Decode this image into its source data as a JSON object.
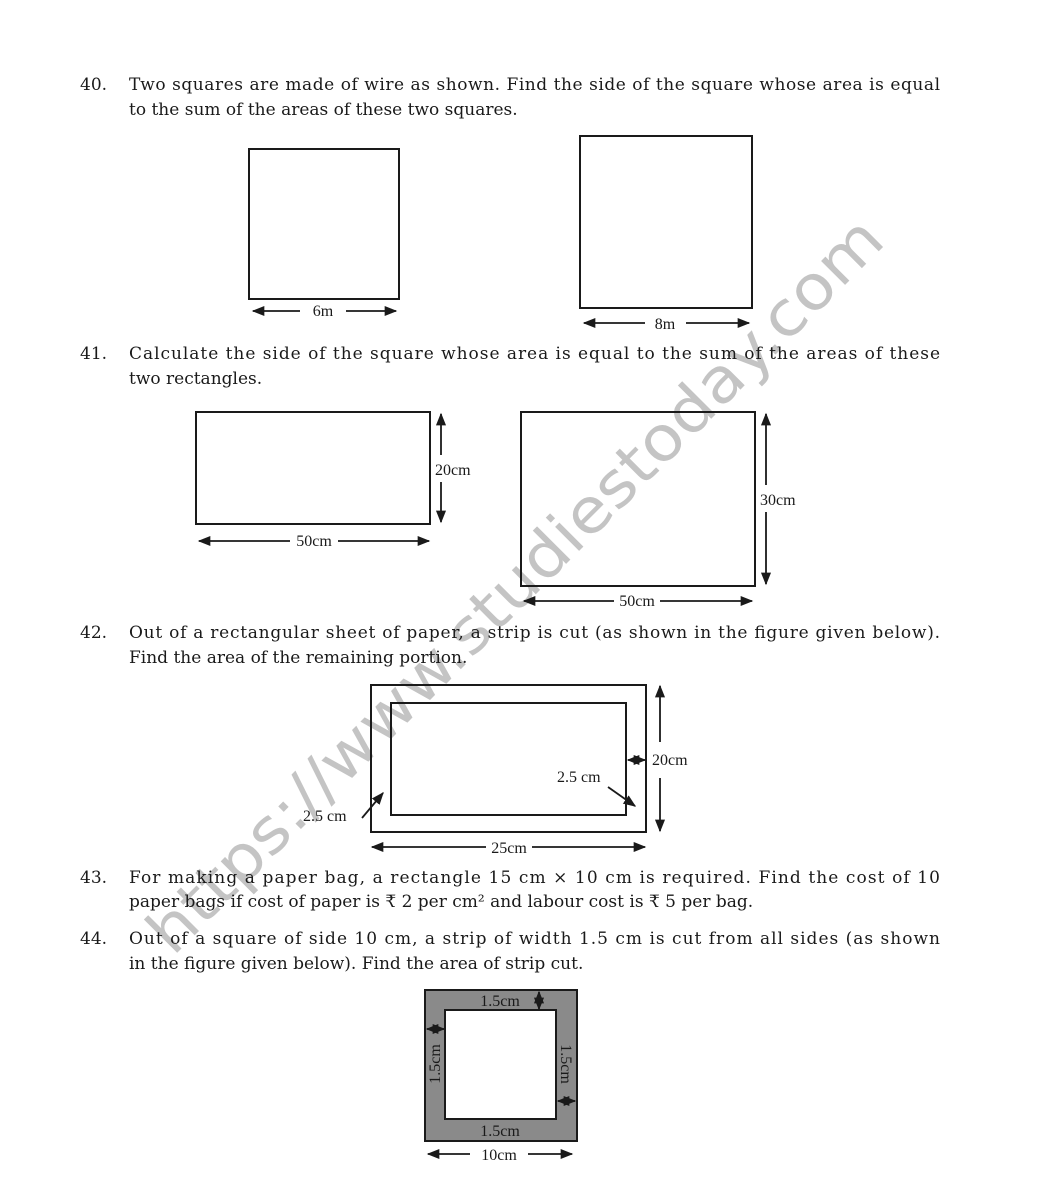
{
  "watermark": "https://www.studiestoday.com",
  "questions": [
    {
      "number": "40.",
      "lines": [
        "Two squares are made of wire as shown. Find the side of the square whose area is equal",
        "to the sum of the areas of these two squares."
      ],
      "figure_labels": [
        "6m",
        "8m"
      ]
    },
    {
      "number": "41.",
      "lines": [
        "Calculate the side of the square whose area is equal to the sum of the areas of these",
        "two rectangles."
      ],
      "figure_labels": [
        "20cm",
        "50cm",
        "30cm",
        "50cm"
      ]
    },
    {
      "number": "42.",
      "lines": [
        "Out of a rectangular sheet of paper, a strip is cut (as shown in the figure given below).",
        "Find the area of the remaining portion."
      ],
      "figure_labels": [
        "20cm",
        "2.5 cm",
        "2.5 cm",
        "25cm"
      ]
    },
    {
      "number": "43.",
      "lines": [
        "For making a paper bag, a rectangle 15 cm × 10 cm is required. Find the cost of 10",
        "paper bags if cost of paper is ₹ 2 per cm² and labour cost is ₹ 5 per bag."
      ]
    },
    {
      "number": "44.",
      "lines": [
        "Out of a square of side 10 cm, a strip of width 1.5 cm is cut from all sides (as shown",
        "in the figure given below). Find the area of strip cut."
      ],
      "figure_labels": [
        "1.5cm",
        "1.5cm",
        "1.5cm",
        "1.5cm",
        "10cm"
      ]
    }
  ],
  "colors": {
    "strip_fill": "#8a8a8a",
    "watermark": "#c4c4c4"
  }
}
